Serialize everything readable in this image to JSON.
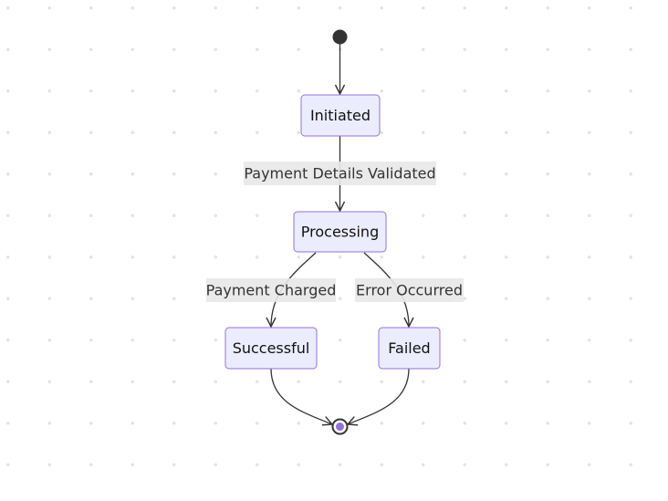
{
  "diagram": {
    "type": "state-diagram",
    "colors": {
      "state_fill": "#ECECFF",
      "state_border": "#9370DB",
      "edge": "#333333",
      "label_background": "#e8e8e8",
      "start_marker": "#333333",
      "end_inner": "#9370DB"
    },
    "states": {
      "initiated": "Initiated",
      "processing": "Processing",
      "successful": "Successful",
      "failed": "Failed"
    },
    "transitions": {
      "start_to_initiated": "",
      "initiated_to_processing": "Payment Details Validated",
      "processing_to_successful": "Payment Charged",
      "processing_to_failed": "Error Occurred",
      "successful_to_end": "",
      "failed_to_end": ""
    }
  }
}
